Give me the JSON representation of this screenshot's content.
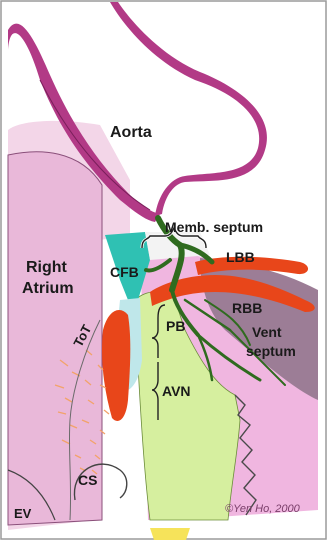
{
  "labels": {
    "aorta": "Aorta",
    "memb_septum": "Memb. septum",
    "right_atrium_line1": "Right",
    "right_atrium_line2": "Atrium",
    "cfb": "CFB",
    "lbb": "LBB",
    "rbb": "RBB",
    "vent_septum_line1": "Vent",
    "vent_septum_line2": "septum",
    "tot": "ToT",
    "pb": "PB",
    "avn": "AVN",
    "cs": "CS",
    "ev": "EV"
  },
  "credit": "©Yen Ho, 2000",
  "colors": {
    "aorta_wall": "#b23a86",
    "atrium_fill": "#e9b8d9",
    "atrium_fill_light": "#f3d6e8",
    "septum_pink": "#f0b6e0",
    "cfb_cyan": "#2fc1b3",
    "cfb_light": "#bfe7ea",
    "avn_green": "#d6ef9f",
    "bundle_green": "#2f6b1f",
    "branch_orange": "#e8461a",
    "vent_septum_mauve": "#9c7d96",
    "fiber_orange": "#f2a36a",
    "outline": "#555555"
  }
}
